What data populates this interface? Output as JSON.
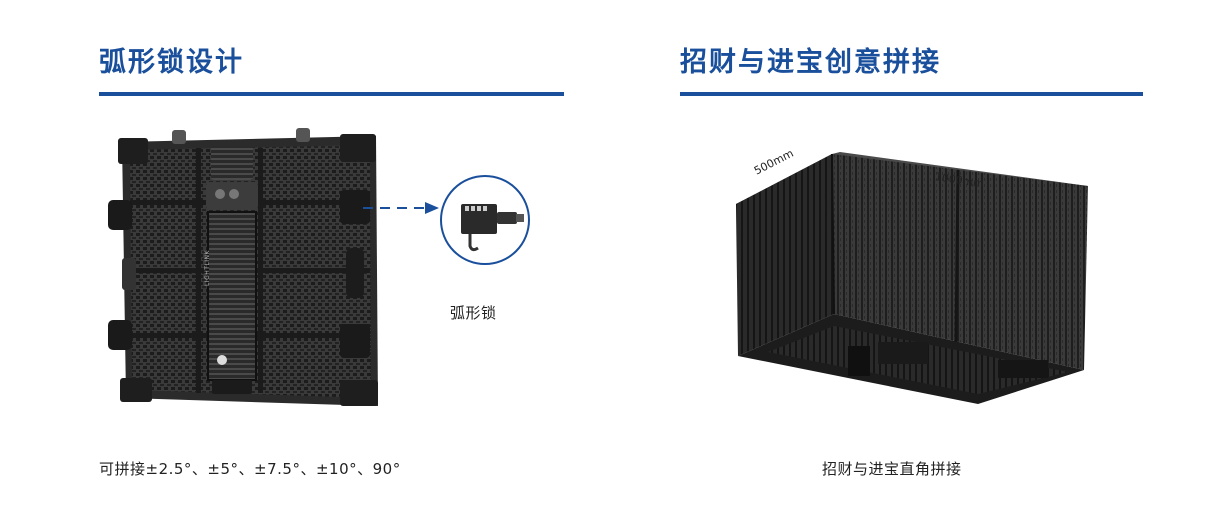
{
  "left": {
    "heading": "弧形锁设计",
    "detail_label": "弧形锁",
    "panel_logo": "LIGHTLINK",
    "caption": "可拼接±2.5°、±5°、±7.5°、±10°、90°"
  },
  "right": {
    "heading": "招财与进宝创意拼接",
    "dim_depth": "500mm",
    "dim_width": "1000mm",
    "caption": "招财与进宝直角拼接"
  },
  "colors": {
    "accent": "#1a4f9c",
    "panel": "#2b2b2b"
  }
}
